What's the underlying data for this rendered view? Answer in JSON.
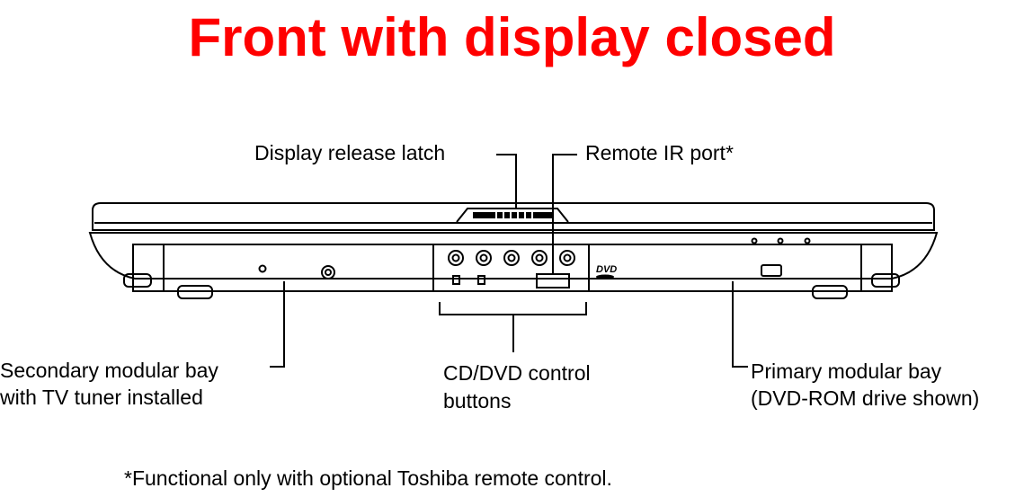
{
  "title": "Front with display closed",
  "title_color": "#ff0000",
  "labels": {
    "display_release_latch": "Display release latch",
    "remote_ir_port": "Remote IR port*",
    "secondary_bay_line1": "Secondary modular bay",
    "secondary_bay_line2": "with TV tuner installed",
    "cd_dvd_line1": "CD/DVD control",
    "cd_dvd_line2": "buttons",
    "primary_bay_line1": "Primary modular bay",
    "primary_bay_line2": "(DVD-ROM drive shown)"
  },
  "footnote": "*Functional only with optional Toshiba remote control.",
  "icons": {
    "dvd_logo": "dvd-logo-icon",
    "control_buttons": "round-button-icon",
    "indicator_lights": "led-icon"
  }
}
